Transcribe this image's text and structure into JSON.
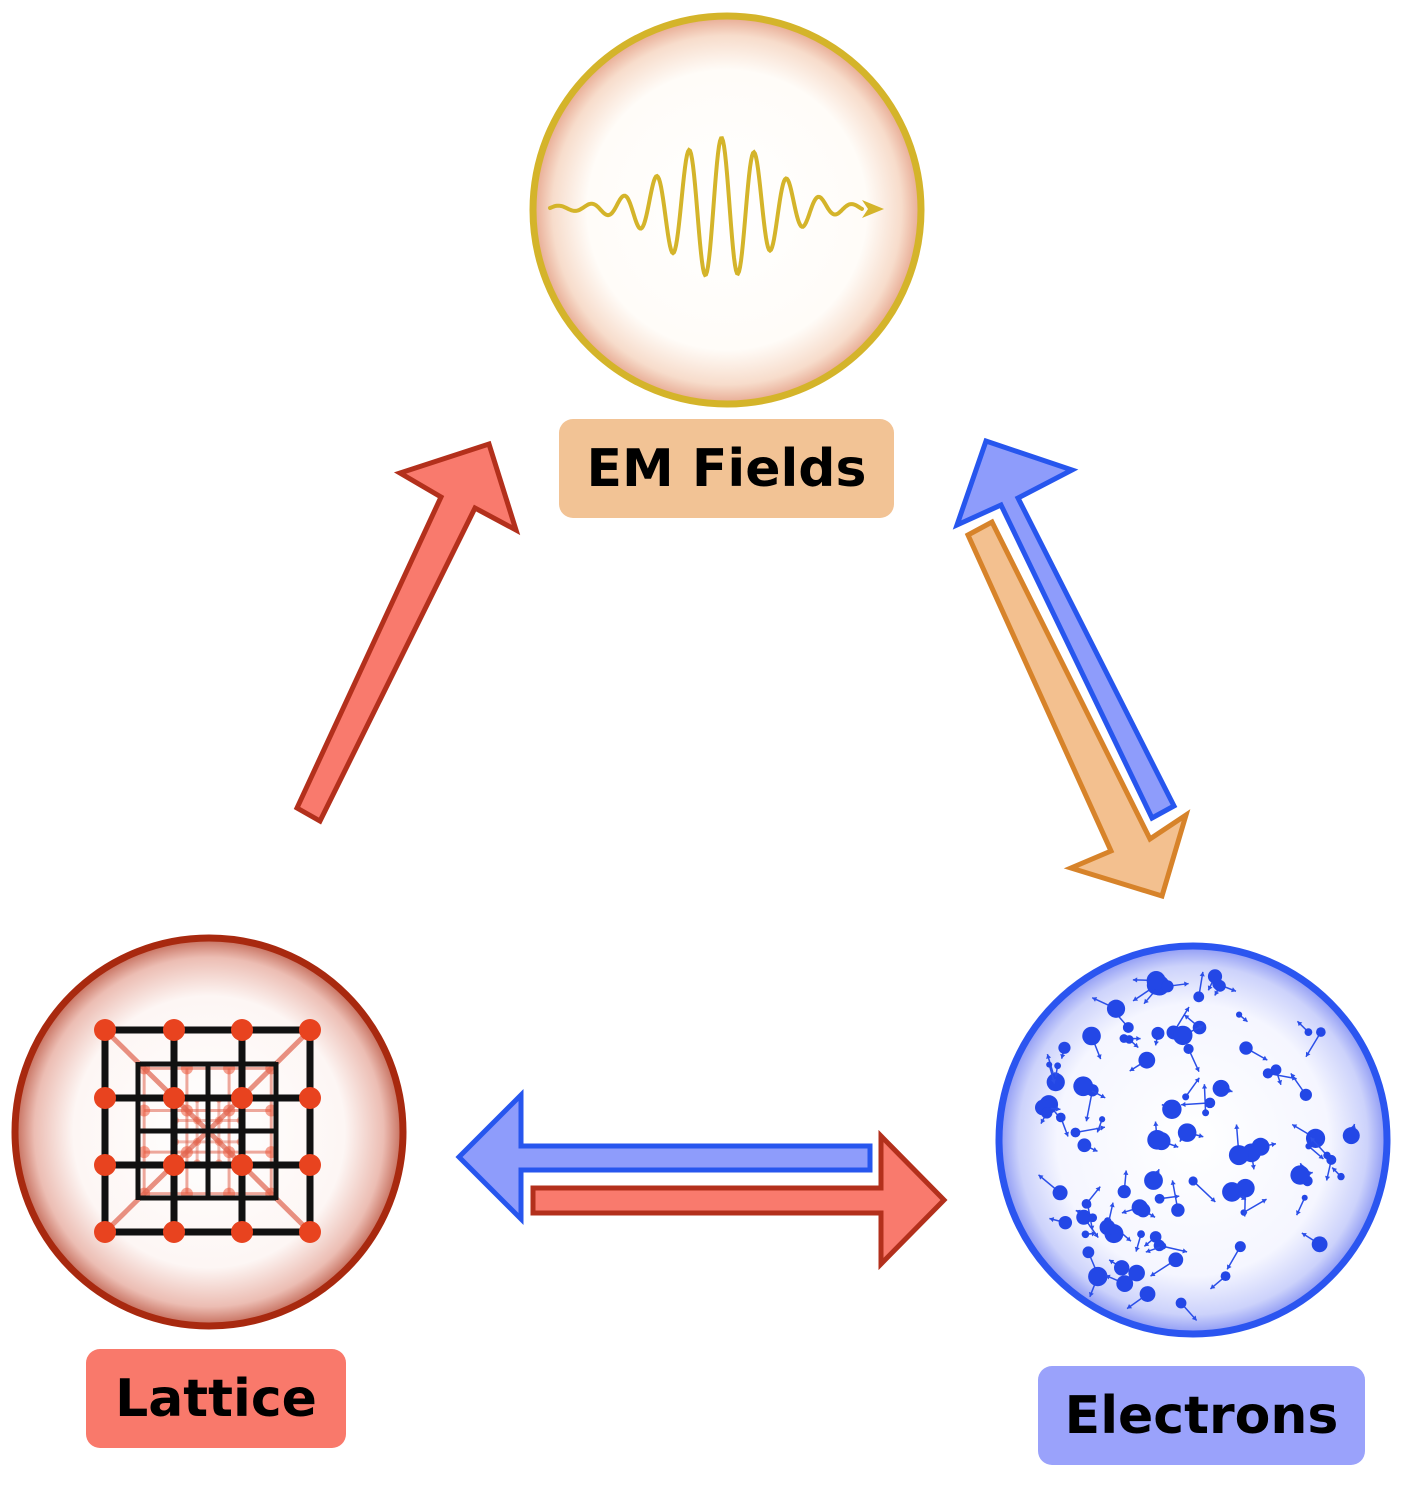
{
  "nodes": {
    "em_fields": {
      "label": "EM Fields",
      "label_bg": "#f2c395",
      "ring_color": "#d4b42a",
      "icon": "wave-packet-icon"
    },
    "lattice": {
      "label": "Lattice",
      "label_bg": "#f9796b",
      "ring_color": "#a8290f",
      "icon": "crystal-lattice-icon"
    },
    "electrons": {
      "label": "Electrons",
      "label_bg": "#9aa2fb",
      "ring_color": "#2b55f0",
      "icon": "electron-cloud-icon"
    }
  },
  "arrows": [
    {
      "from": "lattice",
      "to": "em_fields",
      "fill": "#f97a6d",
      "stroke": "#b3301c"
    },
    {
      "from": "electrons",
      "to": "em_fields",
      "fill": "#8e9cfb",
      "stroke": "#2756ee"
    },
    {
      "from": "em_fields",
      "to": "electrons",
      "fill": "#f3c08f",
      "stroke": "#d7832a"
    },
    {
      "from": "electrons",
      "to": "lattice",
      "fill": "#8e9cfb",
      "stroke": "#2756ee"
    },
    {
      "from": "lattice",
      "to": "electrons",
      "fill": "#f97a6d",
      "stroke": "#b3301c"
    }
  ]
}
